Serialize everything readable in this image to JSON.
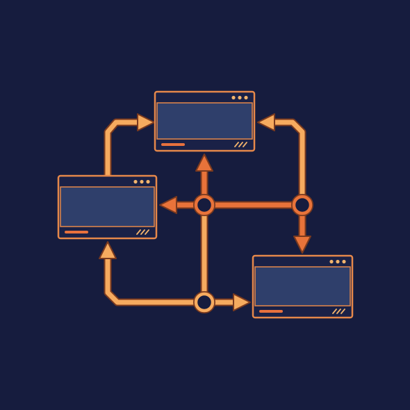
{
  "colors": {
    "background": "#161c3e",
    "window_frame": "#e6884a",
    "window_body": "#2f3f6b",
    "window_titlebar": "#1a2147",
    "window_footer": "#1a2147",
    "window_dots": "#f2b46d",
    "window_progress": "#e8713d",
    "window_hatch": "#f2b46d",
    "arrow_light": "#f6ab5f",
    "arrow_dark": "#e8733a",
    "node_fill": "#161c3e"
  },
  "icons": {
    "window": "app-window-icon",
    "junction": "junction-node-icon",
    "arrowhead": "arrowhead-icon"
  },
  "windows": [
    {
      "id": "window-top",
      "dots": 3,
      "hatch_marks": 3
    },
    {
      "id": "window-left",
      "dots": 3,
      "hatch_marks": 3
    },
    {
      "id": "window-bottom-right",
      "dots": 3,
      "hatch_marks": 3
    }
  ],
  "junctions": [
    {
      "id": "junction-center"
    },
    {
      "id": "junction-right"
    },
    {
      "id": "junction-bottom"
    }
  ],
  "connectors": [
    {
      "id": "left-to-top",
      "from": "window-left",
      "to": "window-top",
      "color": "arrow_light"
    },
    {
      "id": "junction-right-to-top",
      "from": "junction-right",
      "to": "window-top",
      "color": "arrow_light"
    },
    {
      "id": "junction-right-to-center",
      "from": "junction-right",
      "to": "junction-center",
      "color": "arrow_dark"
    },
    {
      "id": "center-to-left",
      "from": "junction-center",
      "to": "window-left",
      "color": "arrow_dark"
    },
    {
      "id": "center-to-top",
      "from": "junction-center",
      "to": "window-top",
      "color": "arrow_dark"
    },
    {
      "id": "junction-right-to-bottom-right",
      "from": "junction-right",
      "to": "window-bottom-right",
      "color": "arrow_dark"
    },
    {
      "id": "center-to-bottom",
      "from": "junction-center",
      "to": "junction-bottom",
      "color": "arrow_light"
    },
    {
      "id": "bottom-to-left",
      "from": "junction-bottom",
      "to": "window-left",
      "color": "arrow_light"
    },
    {
      "id": "bottom-to-bottom-right",
      "from": "junction-bottom",
      "to": "window-bottom-right",
      "color": "arrow_light"
    }
  ]
}
